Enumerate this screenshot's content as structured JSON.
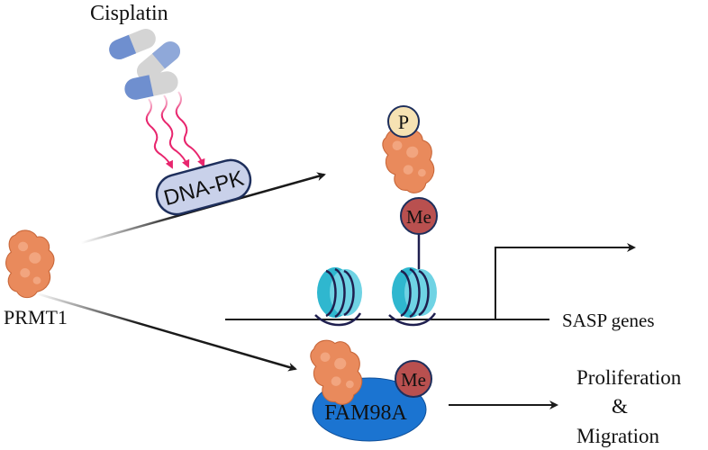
{
  "labels": {
    "drug": "Cisplatin",
    "kinase": "DNA-PK",
    "enzyme": "PRMT1",
    "phospho": "P",
    "methyl_top": "Me",
    "methyl_bottom": "Me",
    "genes": "SASP genes",
    "substrate": "FAM98A",
    "outcome_line1": "Proliferation",
    "outcome_line2": "&",
    "outcome_line3": "Migration"
  },
  "colors": {
    "protein": "#e98a5c",
    "capsule_blue": "#6f8fcf",
    "capsule_grey": "#d4d4d4",
    "radiation_arrows": "#e8266e",
    "kinase_fill": "#c9d1ea",
    "kinase_stroke": "#1e2f5c",
    "phospho_fill": "#f6e2b3",
    "methyl_fill": "#b9504f",
    "nucleosome": "#2fb7cf",
    "dna": "#1f1f4f",
    "substrate_fill": "#1b74d1"
  }
}
